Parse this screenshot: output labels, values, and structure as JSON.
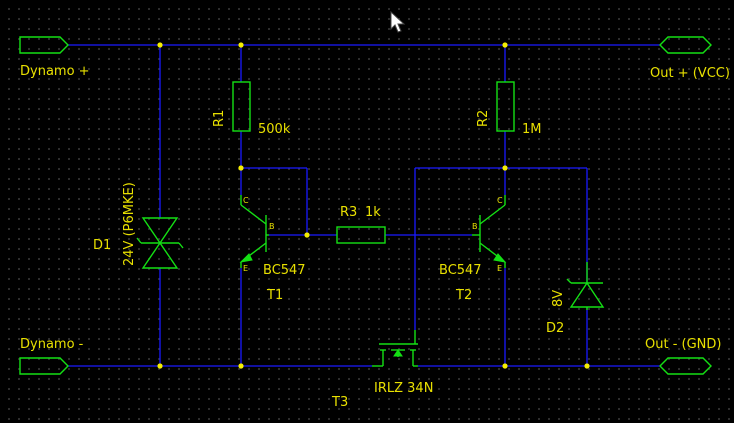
{
  "ports": {
    "dynamo_plus": "Dynamo +",
    "dynamo_minus": "Dynamo -",
    "out_plus": "Out + (VCC)",
    "out_minus": "Out - (GND)"
  },
  "components": {
    "r1": {
      "ref": "R1",
      "value": "500k"
    },
    "r2": {
      "ref": "R2",
      "value": "1M"
    },
    "r3": {
      "ref": "R3",
      "value": "1k"
    },
    "d1": {
      "ref": "D1",
      "value": "24V (P6MKE)"
    },
    "d2": {
      "ref": "D2",
      "value": "8V"
    },
    "t1": {
      "ref": "T1",
      "value": "BC547",
      "pin_c": "C",
      "pin_b": "B",
      "pin_e": "E"
    },
    "t2": {
      "ref": "T2",
      "value": "BC547",
      "pin_c": "C",
      "pin_b": "B",
      "pin_e": "E"
    },
    "t3": {
      "ref": "T3",
      "value": "IRLZ 34N"
    }
  },
  "colors": {
    "wire": "#1a1aff",
    "component": "#14e014",
    "label": "#e8e000",
    "junction": "#f4ee00",
    "background": "#000000"
  },
  "cursor_icon": "arrow-pointer-icon"
}
